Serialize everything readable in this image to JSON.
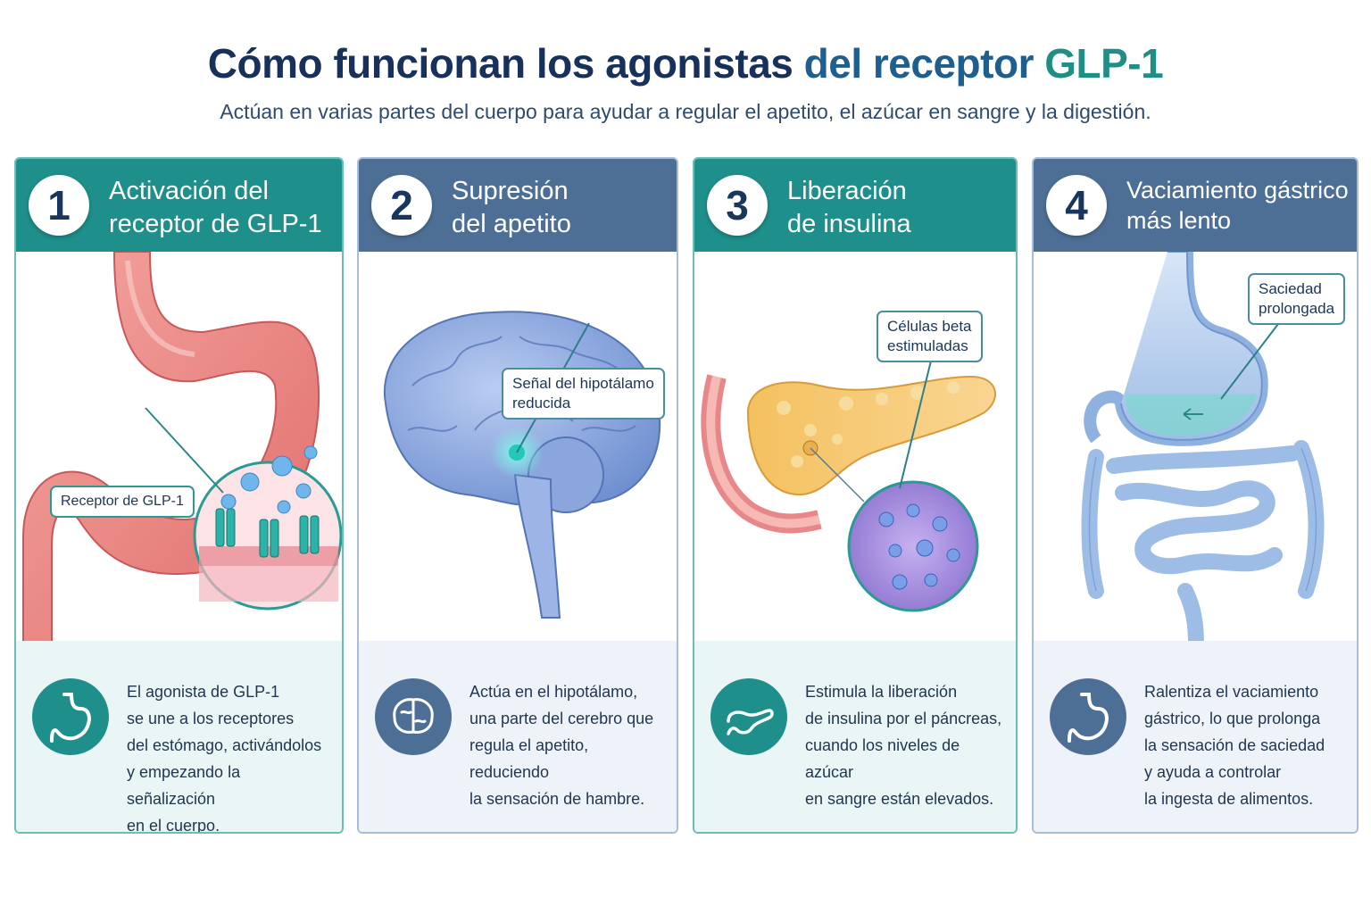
{
  "header": {
    "title_part1": "Cómo funcionan los agonistas ",
    "title_part2": "del receptor ",
    "title_part3": "GLP-1",
    "subtitle": "Actúan en varias partes del cuerpo para ayudar a regular el apetito, el azúcar en sangre y la digestión."
  },
  "colors": {
    "teal": "#1e8f8a",
    "navy": "#4d6f96",
    "title": "#17315c"
  },
  "cards": [
    {
      "number": "1",
      "title": "Activación del\nreceptor de GLP-1",
      "callout": "Receptor de GLP-1",
      "icon": "stomach-icon",
      "text": "El agonista de GLP-1\nse une a los receptores\ndel estómago, activándolos\ny empezando la señalización\nen el cuerpo."
    },
    {
      "number": "2",
      "title": "Supresión\ndel apetito",
      "callout": "Señal del hipotálamo\nreducida",
      "icon": "brain-icon",
      "text": "Actúa en el hipotálamo,\nuna parte del cerebro que\nregula el apetito, reduciendo\nla sensación de hambre."
    },
    {
      "number": "3",
      "title": "Liberación\nde insulina",
      "callout": "Células beta\nestimuladas",
      "icon": "pancreas-icon",
      "text": "Estimula la liberación\nde insulina por el páncreas,\ncuando los niveles de azúcar\nen sangre están elevados."
    },
    {
      "number": "4",
      "title": "Vaciamiento gástrico\nmás lento",
      "callout": "Saciedad\nprolongada",
      "icon": "stomach-icon",
      "text": "Ralentiza el vaciamiento\ngástrico, lo que prolonga\nla sensación de saciedad\ny ayuda a controlar\nla ingesta de alimentos."
    }
  ]
}
